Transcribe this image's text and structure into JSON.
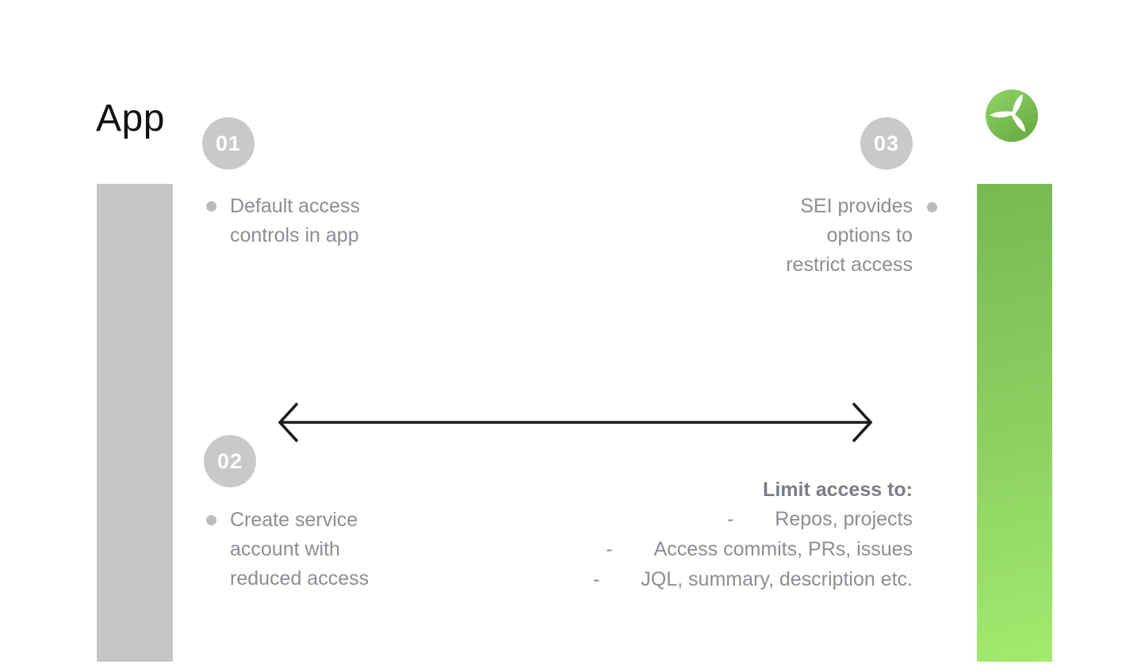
{
  "title": "App",
  "logo": {
    "icon": "turbine-propeller",
    "gradient_top": "#92d768",
    "gradient_bottom": "#67aa42"
  },
  "colors": {
    "left_bar": "#c5c5c7",
    "right_bar_top": "#7ab852",
    "right_bar_bottom": "#a3ea6f",
    "step_circle": "#c9c9ca",
    "body_text": "#8b8e93",
    "arrow": "#1c1c1e"
  },
  "steps": [
    {
      "number": "01",
      "lines": [
        "Default access",
        "controls in app"
      ]
    },
    {
      "number": "02",
      "lines": [
        "Create service",
        "account with",
        "reduced access"
      ]
    },
    {
      "number": "03",
      "lines": [
        "SEI provides",
        "options to",
        "restrict access"
      ]
    }
  ],
  "limit_list": {
    "heading": "Limit access to:",
    "dash": "-",
    "items": [
      "Repos, projects",
      "Access commits, PRs, issues",
      "JQL, summary, description etc."
    ]
  }
}
